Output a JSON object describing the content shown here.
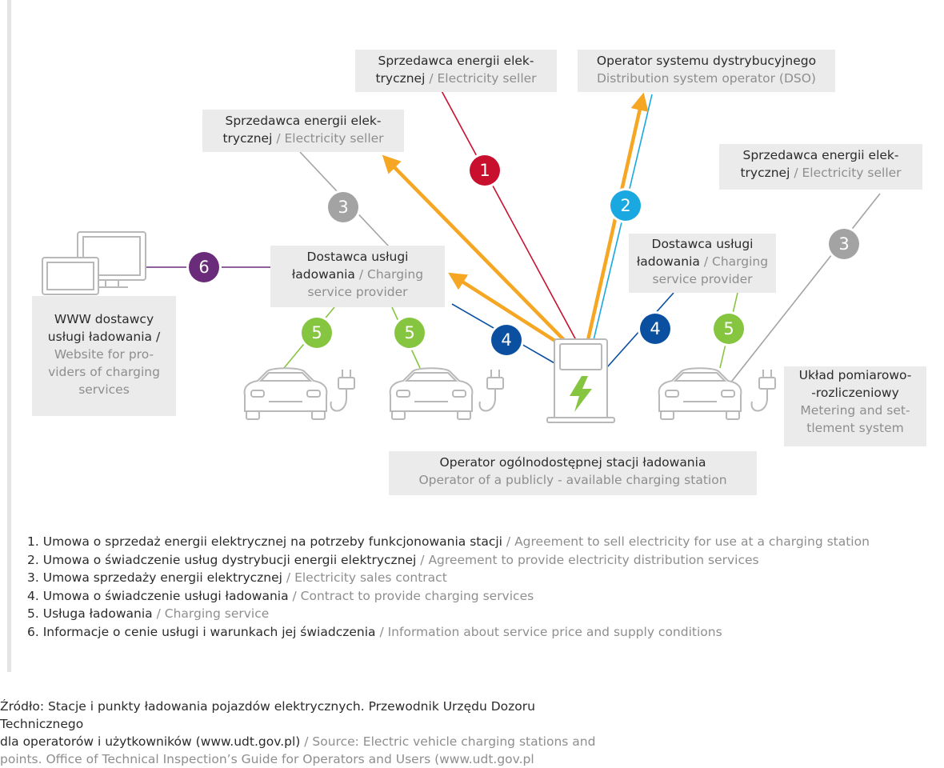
{
  "colors": {
    "red": "#c8102e",
    "cyan": "#19a8e0",
    "gray": "#a3a3a3",
    "purple": "#6a2c7a",
    "navy": "#0a4fa0",
    "green": "#86c540",
    "orange": "#f5a623"
  },
  "boxes": {
    "seller_top": {
      "pl": "Sprzedawca energii elek-",
      "pl2": "trycznej",
      "sep": " / ",
      "en": "Electricity seller"
    },
    "dso": {
      "pl": "Operator systemu dystrybucyjnego",
      "en": "Distribution system operator (DSO)"
    },
    "seller_left": {
      "pl": "Sprzedawca energii elek-",
      "pl2": "trycznej",
      "sep": " / ",
      "en": "Electricity seller"
    },
    "seller_right": {
      "pl": "Sprzedawca energii elek-",
      "pl2": "trycznej",
      "sep": " / ",
      "en": "Electricity seller"
    },
    "csp_left": {
      "l1": "Dostawca usługi",
      "l2a": "ładowania",
      "sep": " / ",
      "l2b": "Charging",
      "l3": "service provider"
    },
    "csp_right": {
      "l1": "Dostawca usługi",
      "l2a": "ładowania",
      "sep": " / ",
      "l2b": "Charging",
      "l3": "service provider"
    },
    "website": {
      "l1": "WWW dostawcy",
      "l2": "usługi ładowania /",
      "l3": "Website for pro-",
      "l4": "viders of charging",
      "l5": "services"
    },
    "operator": {
      "pl": "Operator ogólnodostępnej stacji ładowania",
      "en": "Operator of a publicly - available charging station"
    },
    "metering": {
      "l1": "Układ pomiarowo-",
      "l2": "-rozliczeniowy",
      "l3": "Metering and set-",
      "l4": "tlement system"
    }
  },
  "badges": {
    "b1": "1",
    "b2": "2",
    "b3": "3",
    "b4": "4",
    "b5": "5",
    "b6": "6"
  },
  "legend": [
    {
      "num": "1.",
      "pl": "Umowa o sprzedaż energii elektrycznej na potrzeby funkcjonowania stacji",
      "en": "Agreement to sell electricity for use at a charging station"
    },
    {
      "num": "2.",
      "pl": "Umowa o świadczenie usług dystrybucji energii elektrycznej",
      "en": "Agreement to provide electricity distribution services"
    },
    {
      "num": "3.",
      "pl": "Umowa sprzedaży energii elektrycznej",
      "en": "Electricity sales contract"
    },
    {
      "num": "4.",
      "pl": "Umowa o świadczenie usługi ładowania",
      "en": "Contract to provide charging services"
    },
    {
      "num": "5.",
      "pl": "Usługa ładowania",
      "en": "Charging service"
    },
    {
      "num": "6.",
      "pl": "Informacje o cenie usługi i warunkach jej świadczenia",
      "en": "Information about service price and supply conditions"
    }
  ],
  "legend_sep": " / ",
  "source": {
    "l1": "Źródło: Stacje i punkty ładowania pojazdów elektrycznych. Przewodnik Urzędu Dozoru Technicznego",
    "l2a": "dla operatorów i użytkowników (www.udt.gov.pl)",
    "sep": " / ",
    "l2b": "Source: Electric vehicle charging stations and",
    "l3": "points. Office of Technical Inspection’s Guide for Operators and Users (www.udt.gov.pl"
  },
  "icons": [
    "computer-monitor-icon",
    "car-icon",
    "plug-icon",
    "charging-station-icon",
    "lightning-bolt-icon"
  ]
}
